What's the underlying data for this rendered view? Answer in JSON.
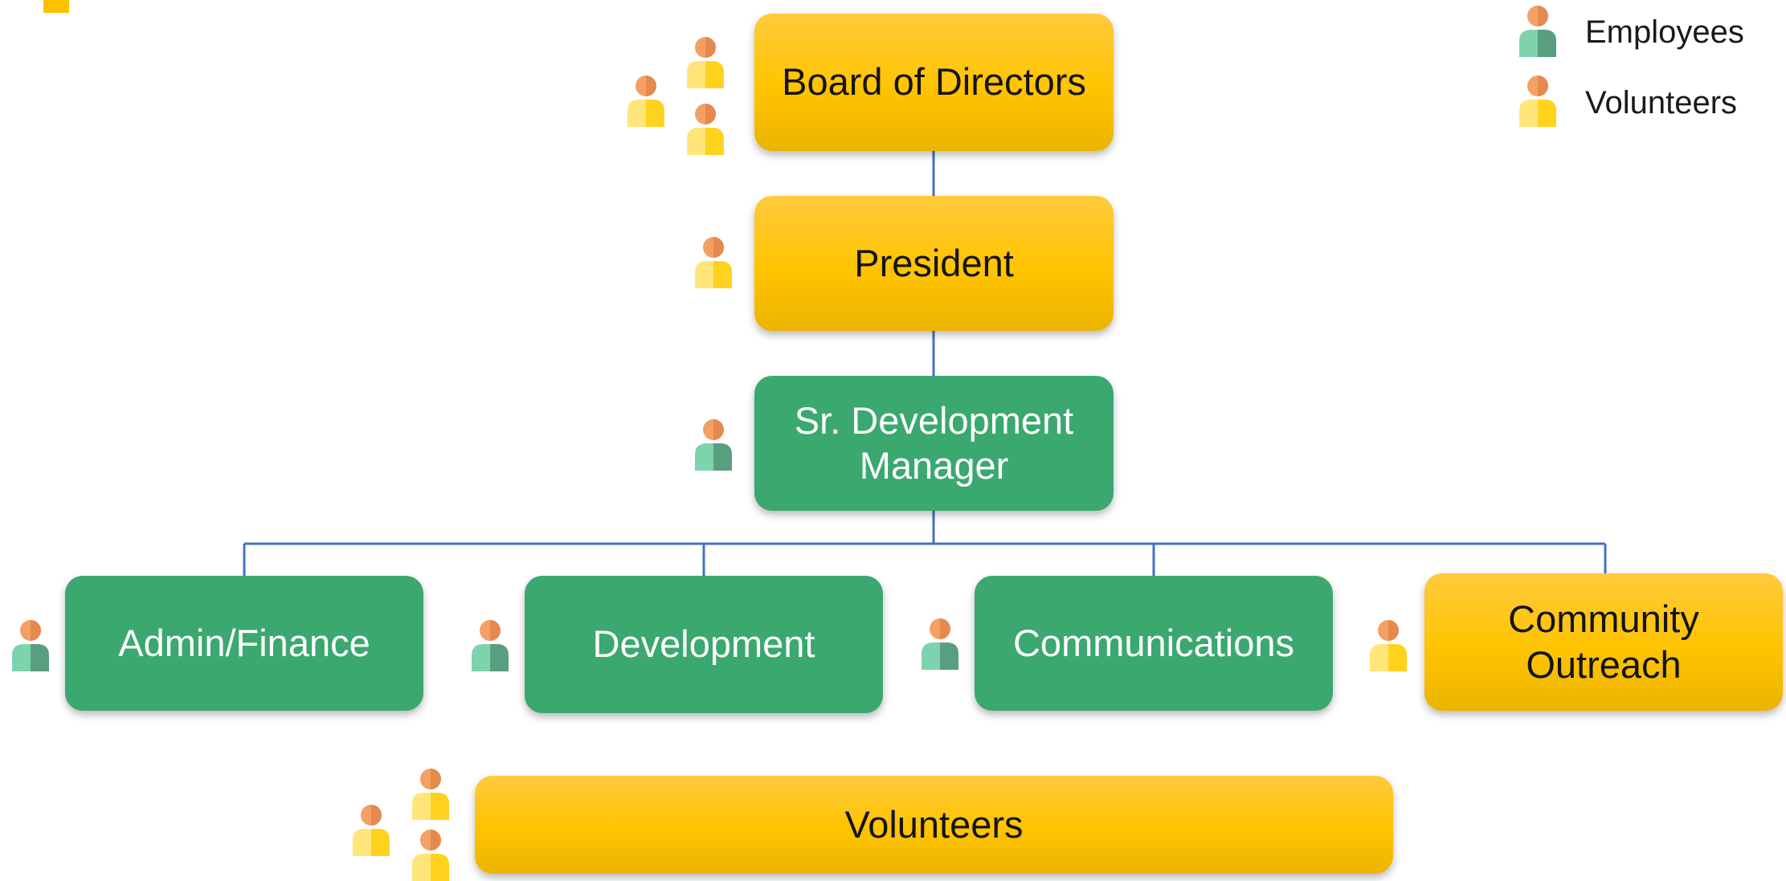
{
  "colors": {
    "volunteer_box": "#ffc400",
    "employee_box": "#3aa86f",
    "connector": "#4472c4",
    "volunteer_icon_body": "#ffd21e",
    "employee_icon_body": "#5fa888",
    "icon_head": "#f4a064"
  },
  "legend": {
    "employees_label": "Employees",
    "volunteers_label": "Volunteers"
  },
  "nodes": {
    "board": "Board of Directors",
    "president": "President",
    "sr_manager": "Sr. Development Manager",
    "admin_finance": "Admin/Finance",
    "development": "Development",
    "communications": "Communications",
    "community_outreach": "Community Outreach",
    "volunteers": "Volunteers"
  },
  "icons": {
    "legend_employee": "employee-icon",
    "legend_volunteer": "volunteer-icon"
  }
}
